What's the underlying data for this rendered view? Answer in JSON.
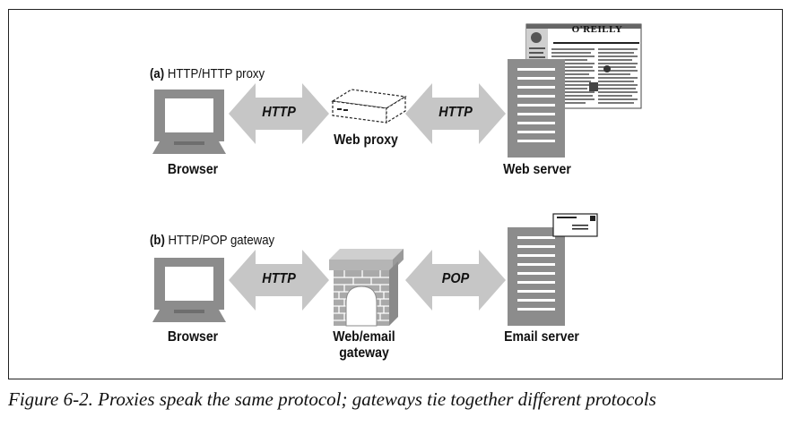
{
  "section_a": {
    "marker": "(a)",
    "title": "HTTP/HTTP proxy"
  },
  "section_b": {
    "marker": "(b)",
    "title": "HTTP/POP gateway"
  },
  "nodes_a": {
    "browser": "Browser",
    "proxy": "Web proxy",
    "server": "Web server"
  },
  "nodes_b": {
    "browser": "Browser",
    "gateway_line1": "Web/email",
    "gateway_line2": "gateway",
    "server": "Email server"
  },
  "arrows_a": {
    "left": "HTTP",
    "right": "HTTP"
  },
  "arrows_b": {
    "left": "HTTP",
    "right": "POP"
  },
  "webpage": {
    "brand": "O'REILLY"
  },
  "caption": "Figure 6-2. Proxies speak the same protocol; gateways tie together different protocols",
  "colors": {
    "device": "#8c8c8c",
    "arrow": "#c6c6c6",
    "outline": "#222222",
    "brick": "#a9a9a9"
  }
}
